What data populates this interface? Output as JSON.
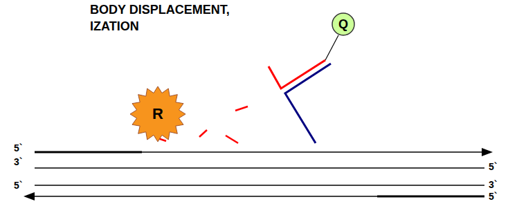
{
  "diagram": {
    "title": "BODY DISPLACEMENT, IZATION",
    "nodes": [
      {
        "text": [
          "R"
        ]
      },
      {
        "text": [
          "Q"
        ]
      }
    ],
    "labels": [
      "5`",
      "3`",
      "5`",
      "5`",
      "3`",
      "5`"
    ]
  }
}
